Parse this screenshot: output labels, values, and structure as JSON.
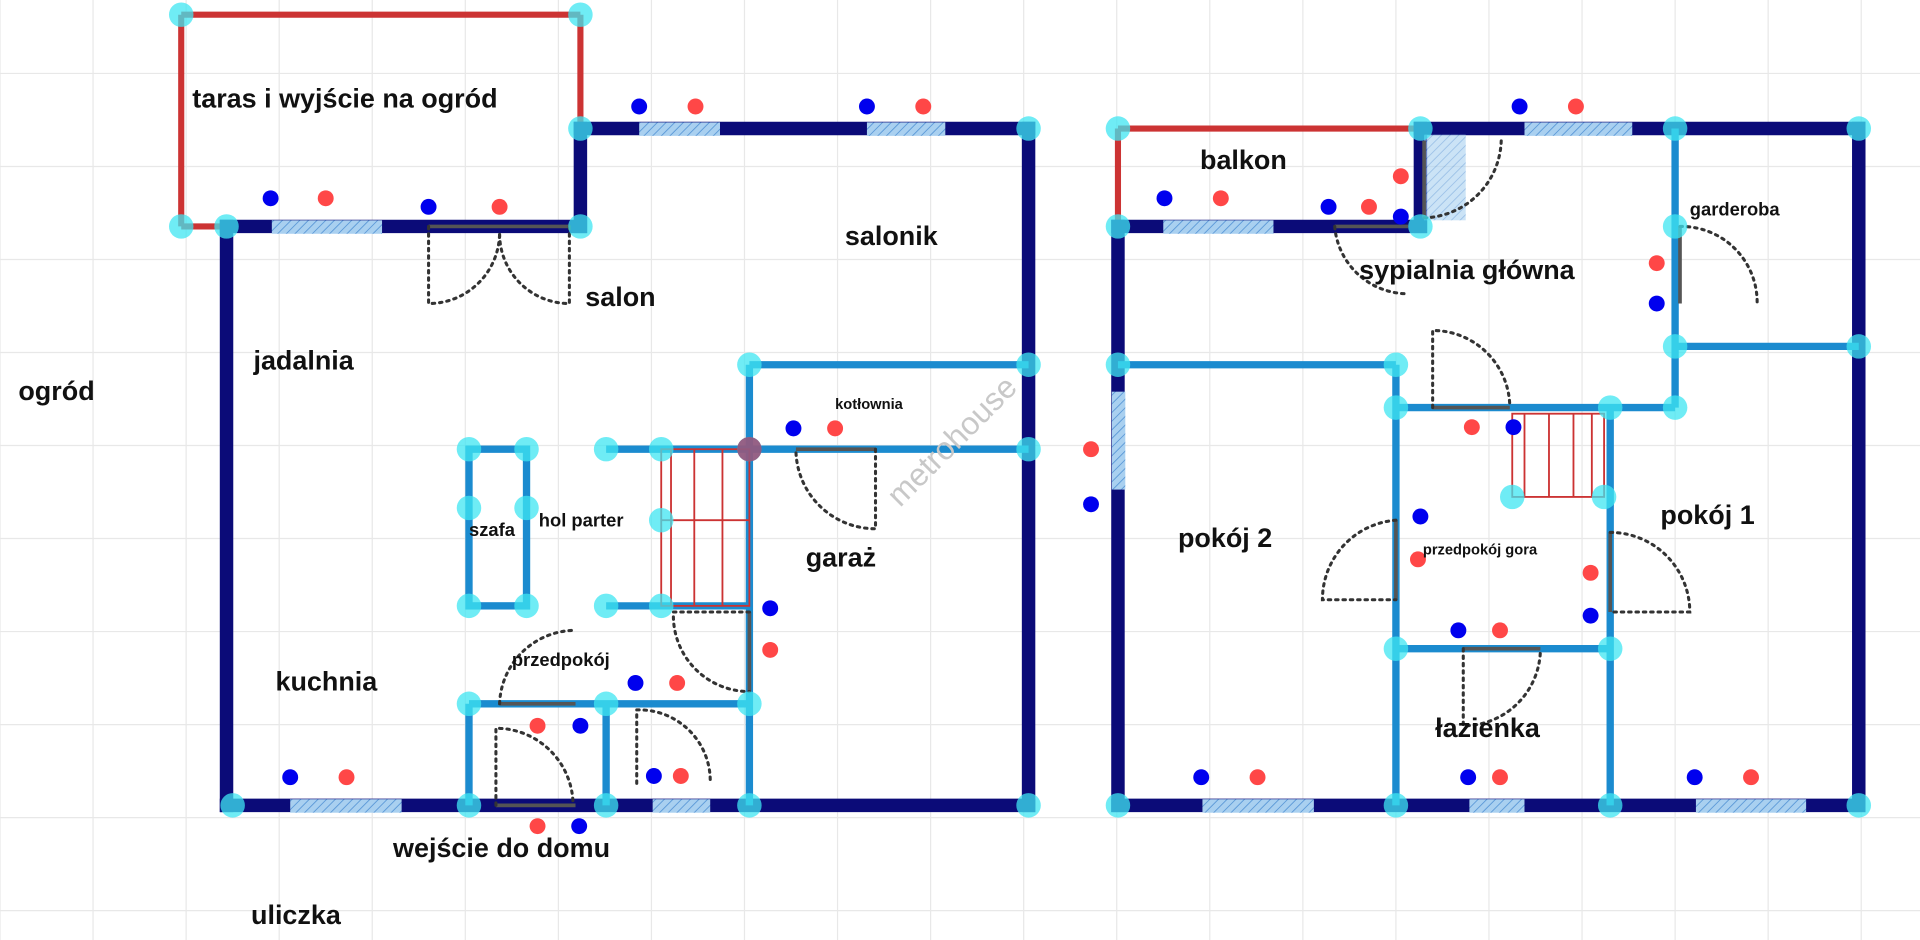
{
  "labels": {
    "taras": "taras i wyjście na ogród",
    "salonik": "salonik",
    "salon": "salon",
    "jadalnia": "jadalnia",
    "ogrod": "ogród",
    "kotlownia": "kotłownia",
    "szafa": "szafa",
    "hol_parter": "hol parter",
    "garaz": "garaż",
    "przedpokoj": "przedpokój",
    "kuchnia": "kuchnia",
    "wejscie": "wejście do domu",
    "uliczka": "uliczka",
    "balkon": "balkon",
    "sypialnia": "sypialnia główna",
    "garderoba": "garderoba",
    "pokoj2": "pokój 2",
    "pokoj1": "pokój 1",
    "przedpokoj_gora": "przedpokój gora",
    "lazienka": "łazienka"
  },
  "watermark": "metrohouse",
  "colors": {
    "outer_wall": "#0b0b78",
    "inner_wall": "#1b8bcf",
    "terrace": "#cc3333",
    "marker_blue": "#0000ee",
    "marker_red": "#ff4747"
  }
}
